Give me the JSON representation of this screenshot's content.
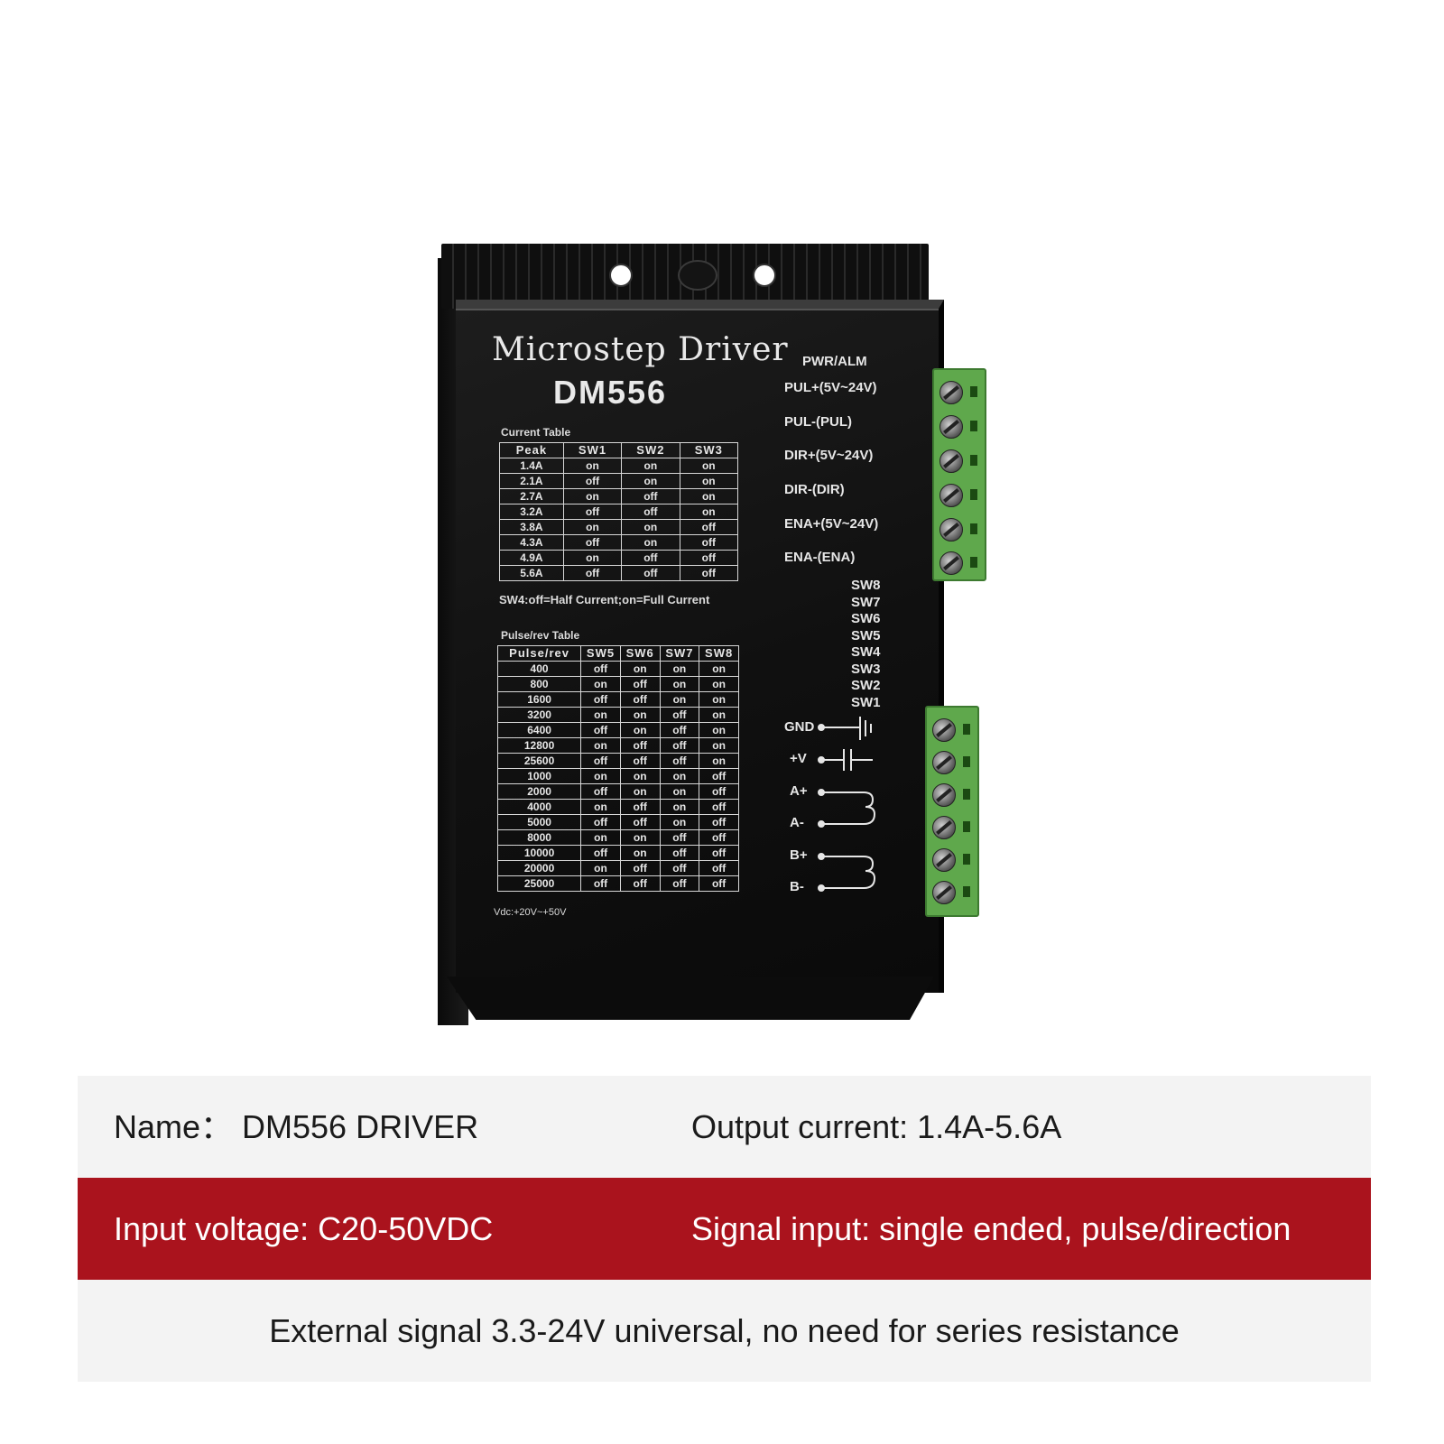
{
  "product": {
    "title": "Microstep Driver",
    "model": "DM556",
    "current_table": {
      "caption": "Current Table",
      "headers": [
        "Peak",
        "SW1",
        "SW2",
        "SW3"
      ],
      "rows": [
        [
          "1.4A",
          "on",
          "on",
          "on"
        ],
        [
          "2.1A",
          "off",
          "on",
          "on"
        ],
        [
          "2.7A",
          "on",
          "off",
          "on"
        ],
        [
          "3.2A",
          "off",
          "off",
          "on"
        ],
        [
          "3.8A",
          "on",
          "on",
          "off"
        ],
        [
          "4.3A",
          "off",
          "on",
          "off"
        ],
        [
          "4.9A",
          "on",
          "off",
          "off"
        ],
        [
          "5.6A",
          "off",
          "off",
          "off"
        ]
      ],
      "note": "SW4:off=Half Current;on=Full Current"
    },
    "pulse_table": {
      "caption": "Pulse/rev Table",
      "headers": [
        "Pulse/rev",
        "SW5",
        "SW6",
        "SW7",
        "SW8"
      ],
      "rows": [
        [
          "400",
          "off",
          "on",
          "on",
          "on"
        ],
        [
          "800",
          "on",
          "off",
          "on",
          "on"
        ],
        [
          "1600",
          "off",
          "off",
          "on",
          "on"
        ],
        [
          "3200",
          "on",
          "on",
          "off",
          "on"
        ],
        [
          "6400",
          "off",
          "on",
          "off",
          "on"
        ],
        [
          "12800",
          "on",
          "off",
          "off",
          "on"
        ],
        [
          "25600",
          "off",
          "off",
          "off",
          "on"
        ],
        [
          "1000",
          "on",
          "on",
          "on",
          "off"
        ],
        [
          "2000",
          "off",
          "on",
          "on",
          "off"
        ],
        [
          "4000",
          "on",
          "off",
          "on",
          "off"
        ],
        [
          "5000",
          "off",
          "off",
          "on",
          "off"
        ],
        [
          "8000",
          "on",
          "on",
          "off",
          "off"
        ],
        [
          "10000",
          "off",
          "on",
          "off",
          "off"
        ],
        [
          "20000",
          "on",
          "off",
          "off",
          "off"
        ],
        [
          "25000",
          "off",
          "off",
          "off",
          "off"
        ]
      ]
    },
    "vdc_note": "Vdc:+20V~+50V",
    "pins": {
      "pwr_alm": "PWR/ALM",
      "pul_plus": "PUL+(5V~24V)",
      "pul_minus": "PUL-(PUL)",
      "dir_plus": "DIR+(5V~24V)",
      "dir_minus": "DIR-(DIR)",
      "ena_plus": "ENA+(5V~24V)",
      "ena_minus": "ENA-(ENA)"
    },
    "switches": [
      "SW8",
      "SW7",
      "SW6",
      "SW5",
      "SW4",
      "SW3",
      "SW2",
      "SW1"
    ],
    "motor_pins": {
      "gnd": "GND",
      "v_plus": "+V",
      "a_plus": "A+",
      "a_minus": "A-",
      "b_plus": "B+",
      "b_minus": "B-"
    },
    "colors": {
      "panel": "#111111",
      "terminal": "#5fa84c",
      "print": "#e6e6e6"
    }
  },
  "specs": {
    "name": "Name：  DM556 DRIVER",
    "output_current": "Output current:  1.4A-5.6A",
    "input_voltage": "Input voltage: C20-50VDC",
    "signal_input": "Signal input: single ended, pulse/direction",
    "external_signal": "External signal 3.3-24V universal, no need for series resistance",
    "colors": {
      "light_row": "#f3f3f3",
      "red_row": "#aa131d",
      "dark_text": "#1a1a1a",
      "light_text": "#ffffff"
    }
  }
}
